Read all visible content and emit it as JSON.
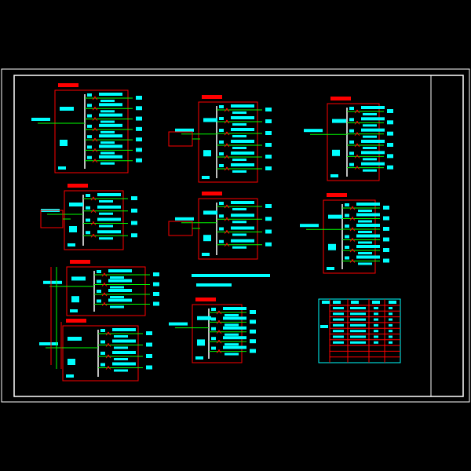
{
  "colors": {
    "background": "#000000",
    "frame": "#ffffff",
    "panel_border": "#ff0000",
    "feeder_line": "#00ff00",
    "annotation": "#00ffff",
    "bus": "#ffffff",
    "table_grid": "#ff0000",
    "table_border": "#00ffff"
  },
  "table": {
    "columns": 6,
    "filled_rows": 7,
    "empty_rows": 3
  }
}
